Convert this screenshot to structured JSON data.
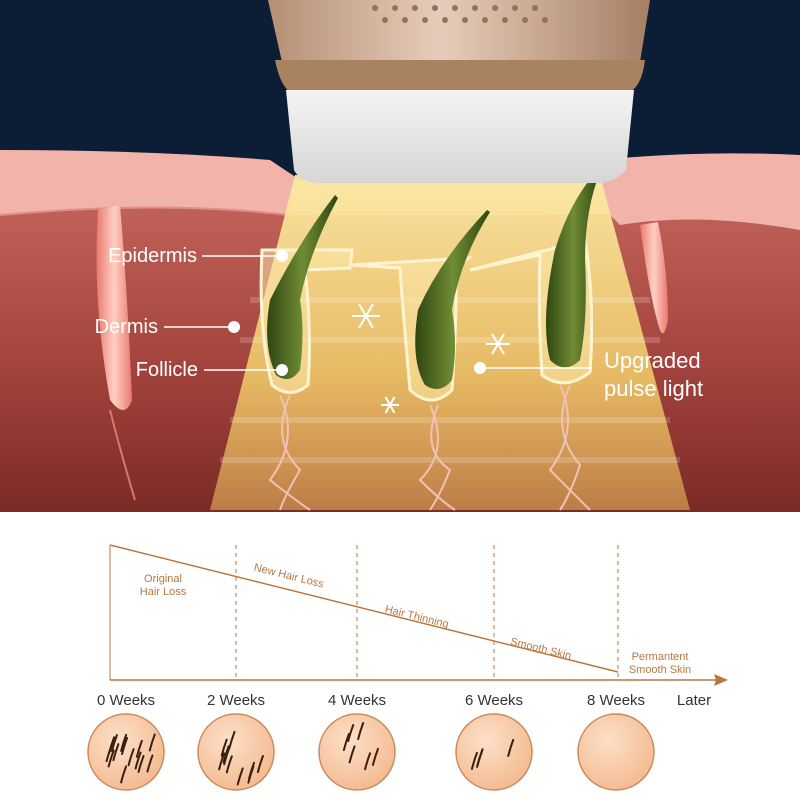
{
  "labels": {
    "epidermis": "Epidermis",
    "dermis": "Dermis",
    "follicle": "Follicle",
    "pulse_line1": "Upgraded",
    "pulse_line2": "pulse light"
  },
  "timeline": {
    "weeks": [
      "0 Weeks",
      "2 Weeks",
      "4 Weeks",
      "6 Weeks",
      "8 Weeks"
    ],
    "later": "Later",
    "stages": [
      {
        "lines": [
          "Original",
          "Hair Loss"
        ]
      },
      {
        "lines": [
          "New Hair Loss"
        ]
      },
      {
        "lines": [
          "Hair Thinning"
        ]
      },
      {
        "lines": [
          "Smooth Skin"
        ]
      },
      {
        "lines": [
          "Permantent",
          "Smooth Skin"
        ]
      }
    ],
    "hair_density": [
      14,
      10,
      6,
      4,
      0
    ]
  },
  "colors": {
    "navy_bg": "#0c1d36",
    "skin_top": "#f2b3ab",
    "dermis": "#a94a42",
    "dermis_dark": "#7a2824",
    "light_beam": "#f4dc7e",
    "hair": "#3f5a1c",
    "accent_brown": "#b87740",
    "skin_circle": "#f7c8a8"
  }
}
